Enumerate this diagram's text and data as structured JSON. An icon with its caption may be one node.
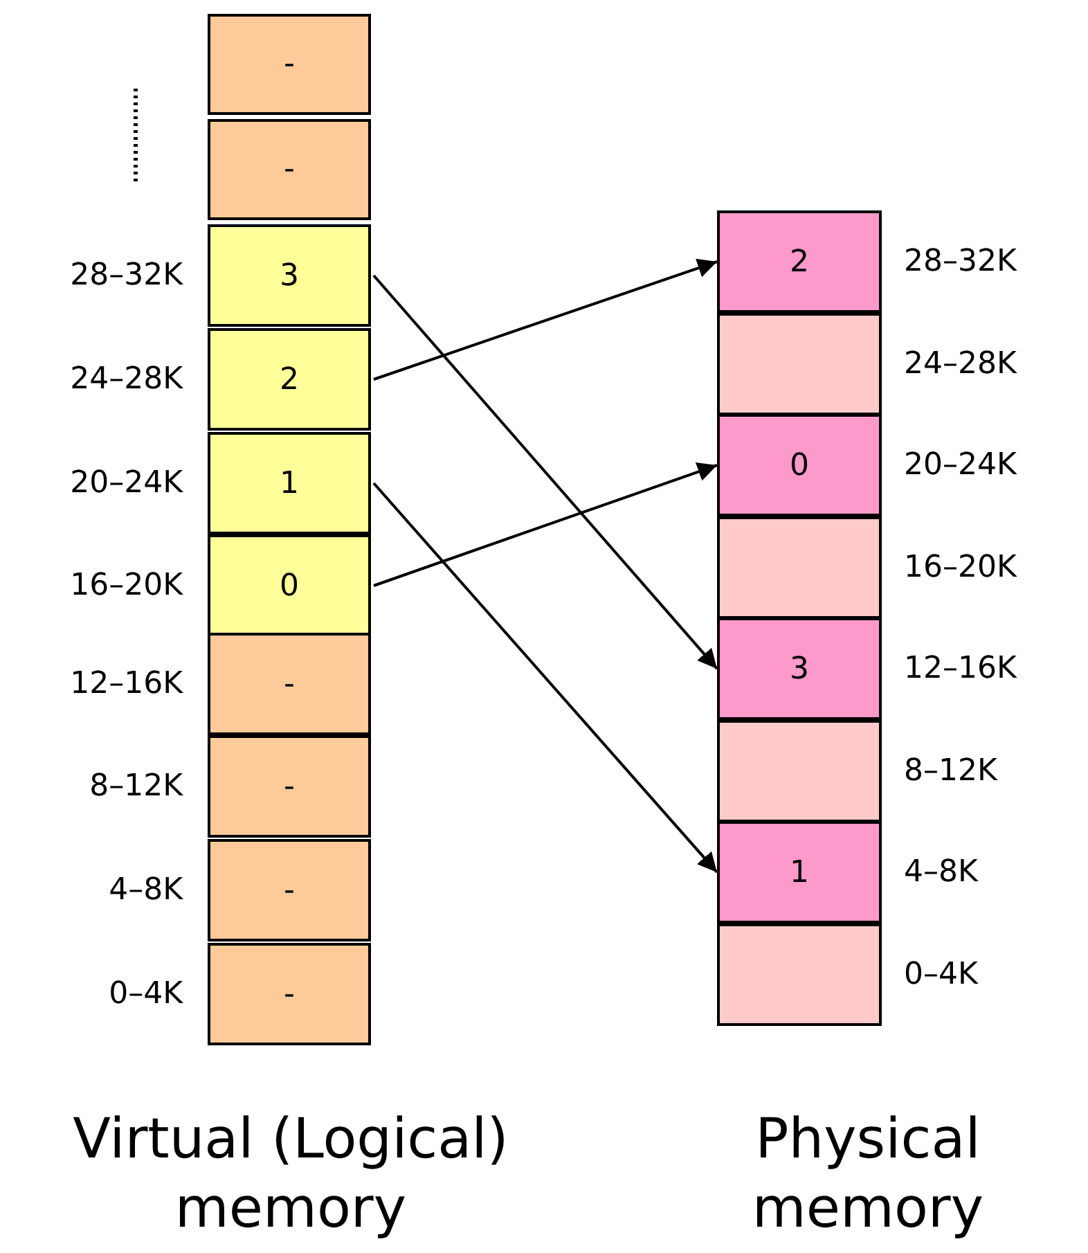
{
  "diagram": {
    "nodes": [
      {
        "text": [
          "-"
        ]
      },
      {
        "text": [
          "-"
        ]
      },
      {
        "text": [
          "3"
        ],
        "beside": [
          "28–32K"
        ]
      },
      {
        "text": [
          "2"
        ],
        "beside": [
          "24–28K"
        ]
      },
      {
        "text": [
          "1"
        ],
        "beside": [
          "20–24K"
        ]
      },
      {
        "text": [
          "0"
        ],
        "beside": [
          "16–20K"
        ]
      },
      {
        "text": [
          "-"
        ],
        "beside": [
          "12–16K"
        ]
      },
      {
        "text": [
          "-"
        ],
        "beside": [
          "8–12K"
        ]
      },
      {
        "text": [
          "-"
        ],
        "beside": [
          "4–8K"
        ]
      },
      {
        "text": [
          "-"
        ],
        "beside": [
          "0–4K"
        ]
      },
      {
        "text": [
          "2"
        ],
        "beside": [
          "28–32K"
        ]
      },
      {
        "text": [],
        "shape": "box",
        "beside": [
          "24–28K"
        ]
      },
      {
        "text": [
          "0"
        ],
        "beside": [
          "20–24K"
        ]
      },
      {
        "text": [],
        "shape": "box",
        "beside": [
          "16–20K"
        ]
      },
      {
        "text": [
          "3"
        ],
        "beside": [
          "12–16K"
        ]
      },
      {
        "text": [],
        "shape": "box",
        "beside": [
          "8–12K"
        ]
      },
      {
        "text": [
          "1"
        ],
        "beside": [
          "4–8K"
        ]
      },
      {
        "text": [],
        "shape": "box",
        "beside": [
          "0–4K"
        ]
      }
    ],
    "edges": [
      {
        "from": 2,
        "to": 14,
        "arrow": "to"
      },
      {
        "from": 3,
        "to": 10,
        "arrow": "to"
      },
      {
        "from": 4,
        "to": 16,
        "arrow": "to"
      },
      {
        "from": 5,
        "to": 12,
        "arrow": "to"
      }
    ],
    "labels": [
      "Virtual (Logical) memory",
      "Physical memory"
    ]
  }
}
